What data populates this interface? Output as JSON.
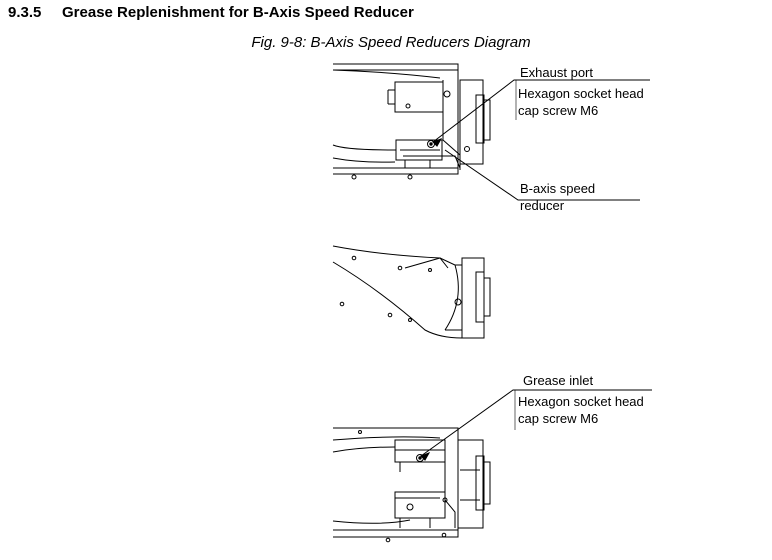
{
  "section": {
    "number": "9.3.5",
    "title": "Grease Replenishment for B-Axis Speed Reducer"
  },
  "figure": {
    "caption": "Fig. 9-8: B-Axis Speed Reducers Diagram"
  },
  "callouts": {
    "exhaust_port": "Exhaust port",
    "hex_screw_top_line1": "Hexagon socket head",
    "hex_screw_top_line2": "cap screw M6",
    "b_axis_reducer_line1": "B-axis speed",
    "b_axis_reducer_line2": "reducer",
    "grease_inlet": "Grease inlet",
    "hex_screw_bottom_line1": "Hexagon socket head",
    "hex_screw_bottom_line2": "cap screw M6"
  }
}
